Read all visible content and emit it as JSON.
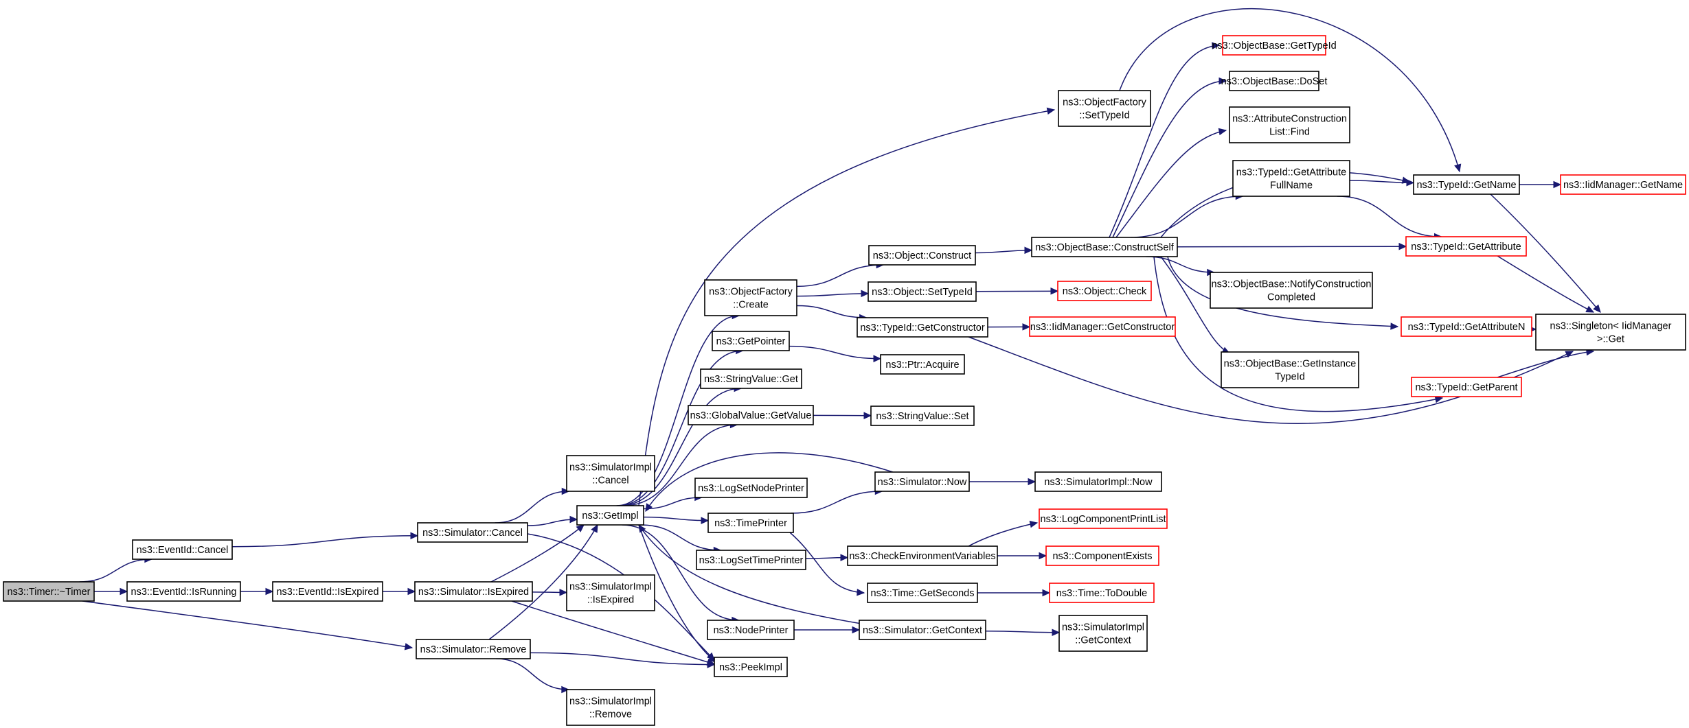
{
  "graph": {
    "nodes": [
      {
        "id": "timer_dtor",
        "lines": [
          "ns3::Timer::~Timer"
        ],
        "style": "root"
      },
      {
        "id": "eventid_cancel",
        "lines": [
          "ns3::EventId::Cancel"
        ],
        "style": "black"
      },
      {
        "id": "eventid_isrunning",
        "lines": [
          "ns3::EventId::IsRunning"
        ],
        "style": "black"
      },
      {
        "id": "eventid_isexpired",
        "lines": [
          "ns3::EventId::IsExpired"
        ],
        "style": "black"
      },
      {
        "id": "sim_cancel",
        "lines": [
          "ns3::Simulator::Cancel"
        ],
        "style": "black"
      },
      {
        "id": "sim_isexpired",
        "lines": [
          "ns3::Simulator::IsExpired"
        ],
        "style": "black"
      },
      {
        "id": "sim_remove",
        "lines": [
          "ns3::Simulator::Remove"
        ],
        "style": "black"
      },
      {
        "id": "simimpl_cancel",
        "lines": [
          "ns3::SimulatorImpl",
          "::Cancel"
        ],
        "style": "black"
      },
      {
        "id": "simimpl_isexpired",
        "lines": [
          "ns3::SimulatorImpl",
          "::IsExpired"
        ],
        "style": "black"
      },
      {
        "id": "simimpl_remove",
        "lines": [
          "ns3::SimulatorImpl",
          "::Remove"
        ],
        "style": "black"
      },
      {
        "id": "getimpl",
        "lines": [
          "ns3::GetImpl"
        ],
        "style": "black"
      },
      {
        "id": "peekimpl",
        "lines": [
          "ns3::PeekImpl"
        ],
        "style": "black"
      },
      {
        "id": "objfactory_create",
        "lines": [
          "ns3::ObjectFactory",
          "::Create"
        ],
        "style": "black"
      },
      {
        "id": "getpointer",
        "lines": [
          "ns3::GetPointer"
        ],
        "style": "black"
      },
      {
        "id": "stringvalue_get",
        "lines": [
          "ns3::StringValue::Get"
        ],
        "style": "black"
      },
      {
        "id": "globalvalue_getvalue",
        "lines": [
          "ns3::GlobalValue::GetValue"
        ],
        "style": "black"
      },
      {
        "id": "logsetnodeprinter",
        "lines": [
          "ns3::LogSetNodePrinter"
        ],
        "style": "black"
      },
      {
        "id": "timeprinter",
        "lines": [
          "ns3::TimePrinter"
        ],
        "style": "black"
      },
      {
        "id": "logsettimeprinter",
        "lines": [
          "ns3::LogSetTimePrinter"
        ],
        "style": "black"
      },
      {
        "id": "nodeprinter",
        "lines": [
          "ns3::NodePrinter"
        ],
        "style": "black"
      },
      {
        "id": "obj_construct",
        "lines": [
          "ns3::Object::Construct"
        ],
        "style": "black"
      },
      {
        "id": "obj_settypeid",
        "lines": [
          "ns3::Object::SetTypeId"
        ],
        "style": "black"
      },
      {
        "id": "typeid_getconstructor",
        "lines": [
          "ns3::TypeId::GetConstructor"
        ],
        "style": "black"
      },
      {
        "id": "ptr_acquire",
        "lines": [
          "ns3::Ptr::Acquire"
        ],
        "style": "black"
      },
      {
        "id": "stringvalue_set",
        "lines": [
          "ns3::StringValue::Set"
        ],
        "style": "black"
      },
      {
        "id": "sim_now",
        "lines": [
          "ns3::Simulator::Now"
        ],
        "style": "black"
      },
      {
        "id": "checkenv",
        "lines": [
          "ns3::CheckEnvironmentVariables"
        ],
        "style": "black"
      },
      {
        "id": "time_getseconds",
        "lines": [
          "ns3::Time::GetSeconds"
        ],
        "style": "black"
      },
      {
        "id": "sim_getcontext",
        "lines": [
          "ns3::Simulator::GetContext"
        ],
        "style": "black"
      },
      {
        "id": "objfactory_settypeid",
        "lines": [
          "ns3::ObjectFactory",
          "::SetTypeId"
        ],
        "style": "black"
      },
      {
        "id": "objbase_constructself",
        "lines": [
          "ns3::ObjectBase::ConstructSelf"
        ],
        "style": "black"
      },
      {
        "id": "obj_check",
        "lines": [
          "ns3::Object::Check"
        ],
        "style": "red"
      },
      {
        "id": "iidmgr_getconstructor",
        "lines": [
          "ns3::IidManager::GetConstructor"
        ],
        "style": "red"
      },
      {
        "id": "simimpl_now",
        "lines": [
          "ns3::SimulatorImpl::Now"
        ],
        "style": "black"
      },
      {
        "id": "logcomponentprintlist",
        "lines": [
          "ns3::LogComponentPrintList"
        ],
        "style": "red"
      },
      {
        "id": "componentexists",
        "lines": [
          "ns3::ComponentExists"
        ],
        "style": "red"
      },
      {
        "id": "time_todouble",
        "lines": [
          "ns3::Time::ToDouble"
        ],
        "style": "red"
      },
      {
        "id": "simimpl_getcontext",
        "lines": [
          "ns3::SimulatorImpl",
          "::GetContext"
        ],
        "style": "black"
      },
      {
        "id": "objbase_gettypeid",
        "lines": [
          "ns3::ObjectBase::GetTypeId"
        ],
        "style": "red"
      },
      {
        "id": "objbase_doset",
        "lines": [
          "ns3::ObjectBase::DoSet"
        ],
        "style": "black"
      },
      {
        "id": "attrconstructionlist_find",
        "lines": [
          "ns3::AttributeConstruction",
          "List::Find"
        ],
        "style": "black"
      },
      {
        "id": "typeid_getattributefullname",
        "lines": [
          "ns3::TypeId::GetAttribute",
          "FullName"
        ],
        "style": "black"
      },
      {
        "id": "objbase_notifyconstructioncompleted",
        "lines": [
          "ns3::ObjectBase::NotifyConstruction",
          "Completed"
        ],
        "style": "black"
      },
      {
        "id": "objbase_getinstancetypeid",
        "lines": [
          "ns3::ObjectBase::GetInstance",
          "TypeId"
        ],
        "style": "black"
      },
      {
        "id": "typeid_getname",
        "lines": [
          "ns3::TypeId::GetName"
        ],
        "style": "black"
      },
      {
        "id": "typeid_getattribute",
        "lines": [
          "ns3::TypeId::GetAttribute"
        ],
        "style": "red"
      },
      {
        "id": "typeid_getattributen",
        "lines": [
          "ns3::TypeId::GetAttributeN"
        ],
        "style": "red"
      },
      {
        "id": "typeid_getparent",
        "lines": [
          "ns3::TypeId::GetParent"
        ],
        "style": "red"
      },
      {
        "id": "iidmgr_getname",
        "lines": [
          "ns3::IidManager::GetName"
        ],
        "style": "red"
      },
      {
        "id": "singleton_get",
        "lines": [
          "ns3::Singleton< IidManager",
          " >::Get"
        ],
        "style": "black"
      }
    ],
    "edges": [
      [
        "timer_dtor",
        "eventid_cancel"
      ],
      [
        "timer_dtor",
        "eventid_isrunning"
      ],
      [
        "timer_dtor",
        "sim_remove"
      ],
      [
        "eventid_cancel",
        "sim_cancel"
      ],
      [
        "eventid_isrunning",
        "eventid_isexpired"
      ],
      [
        "eventid_isexpired",
        "sim_isexpired"
      ],
      [
        "sim_cancel",
        "simimpl_cancel"
      ],
      [
        "sim_cancel",
        "getimpl"
      ],
      [
        "sim_cancel",
        "peekimpl"
      ],
      [
        "sim_isexpired",
        "getimpl"
      ],
      [
        "sim_isexpired",
        "simimpl_isexpired"
      ],
      [
        "sim_isexpired",
        "peekimpl"
      ],
      [
        "sim_remove",
        "getimpl"
      ],
      [
        "sim_remove",
        "peekimpl"
      ],
      [
        "sim_remove",
        "simimpl_remove"
      ],
      [
        "getimpl",
        "objfactory_settypeid"
      ],
      [
        "getimpl",
        "objfactory_create"
      ],
      [
        "getimpl",
        "getpointer"
      ],
      [
        "getimpl",
        "stringvalue_get"
      ],
      [
        "getimpl",
        "globalvalue_getvalue"
      ],
      [
        "getimpl",
        "logsetnodeprinter"
      ],
      [
        "getimpl",
        "timeprinter"
      ],
      [
        "getimpl",
        "logsettimeprinter"
      ],
      [
        "getimpl",
        "nodeprinter"
      ],
      [
        "getimpl",
        "peekimpl"
      ],
      [
        "objfactory_create",
        "obj_construct"
      ],
      [
        "objfactory_create",
        "obj_settypeid"
      ],
      [
        "objfactory_create",
        "typeid_getconstructor"
      ],
      [
        "getpointer",
        "ptr_acquire"
      ],
      [
        "globalvalue_getvalue",
        "stringvalue_set"
      ],
      [
        "timeprinter",
        "sim_now"
      ],
      [
        "timeprinter",
        "time_getseconds"
      ],
      [
        "logsettimeprinter",
        "checkenv"
      ],
      [
        "nodeprinter",
        "sim_getcontext"
      ],
      [
        "sim_now",
        "getimpl"
      ],
      [
        "sim_now",
        "simimpl_now"
      ],
      [
        "sim_getcontext",
        "getimpl"
      ],
      [
        "sim_getcontext",
        "simimpl_getcontext"
      ],
      [
        "checkenv",
        "logcomponentprintlist"
      ],
      [
        "checkenv",
        "componentexists"
      ],
      [
        "time_getseconds",
        "time_todouble"
      ],
      [
        "obj_construct",
        "objbase_constructself"
      ],
      [
        "obj_settypeid",
        "obj_check"
      ],
      [
        "typeid_getconstructor",
        "iidmgr_getconstructor"
      ],
      [
        "typeid_getconstructor",
        "singleton_get"
      ],
      [
        "objfactory_settypeid",
        "typeid_getname"
      ],
      [
        "objbase_constructself",
        "objbase_gettypeid"
      ],
      [
        "objbase_constructself",
        "objbase_doset"
      ],
      [
        "objbase_constructself",
        "attrconstructionlist_find"
      ],
      [
        "objbase_constructself",
        "typeid_getname"
      ],
      [
        "objbase_constructself",
        "typeid_getattributefullname"
      ],
      [
        "objbase_constructself",
        "typeid_getattribute"
      ],
      [
        "objbase_constructself",
        "objbase_notifyconstructioncompleted"
      ],
      [
        "objbase_constructself",
        "typeid_getattributen"
      ],
      [
        "objbase_constructself",
        "objbase_getinstancetypeid"
      ],
      [
        "objbase_constructself",
        "typeid_getparent"
      ],
      [
        "typeid_getattributefullname",
        "typeid_getname"
      ],
      [
        "typeid_getattributefullname",
        "typeid_getattribute"
      ],
      [
        "typeid_getname",
        "iidmgr_getname"
      ],
      [
        "typeid_getname",
        "singleton_get"
      ],
      [
        "typeid_getattribute",
        "singleton_get"
      ],
      [
        "typeid_getattributen",
        "singleton_get"
      ],
      [
        "typeid_getparent",
        "singleton_get"
      ]
    ]
  }
}
